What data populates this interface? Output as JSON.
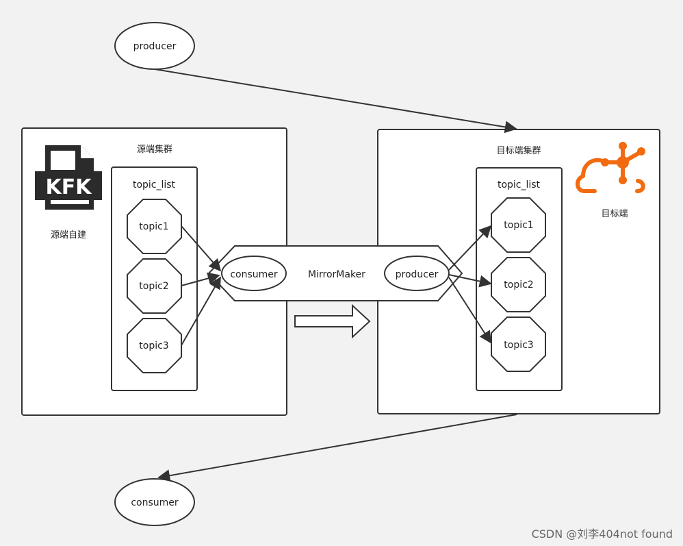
{
  "top_producer": "producer",
  "bottom_consumer": "consumer",
  "source": {
    "title": "源端集群",
    "icon_label": "源端自建",
    "logo_text": "KFK",
    "topic_list_title": "topic_list",
    "topics": [
      "topic1",
      "topic2",
      "topic3"
    ]
  },
  "mirror": {
    "label": "MirrorMaker",
    "consumer": "consumer",
    "producer": "producer"
  },
  "target": {
    "title": "目标端集群",
    "icon_label": "目标端",
    "topic_list_title": "topic_list",
    "topics": [
      "topic1",
      "topic2",
      "topic3"
    ]
  },
  "watermark": "CSDN @刘李404not found",
  "colors": {
    "accent": "#f26b10",
    "stroke": "#333333",
    "logo": "#2b2b2b"
  }
}
